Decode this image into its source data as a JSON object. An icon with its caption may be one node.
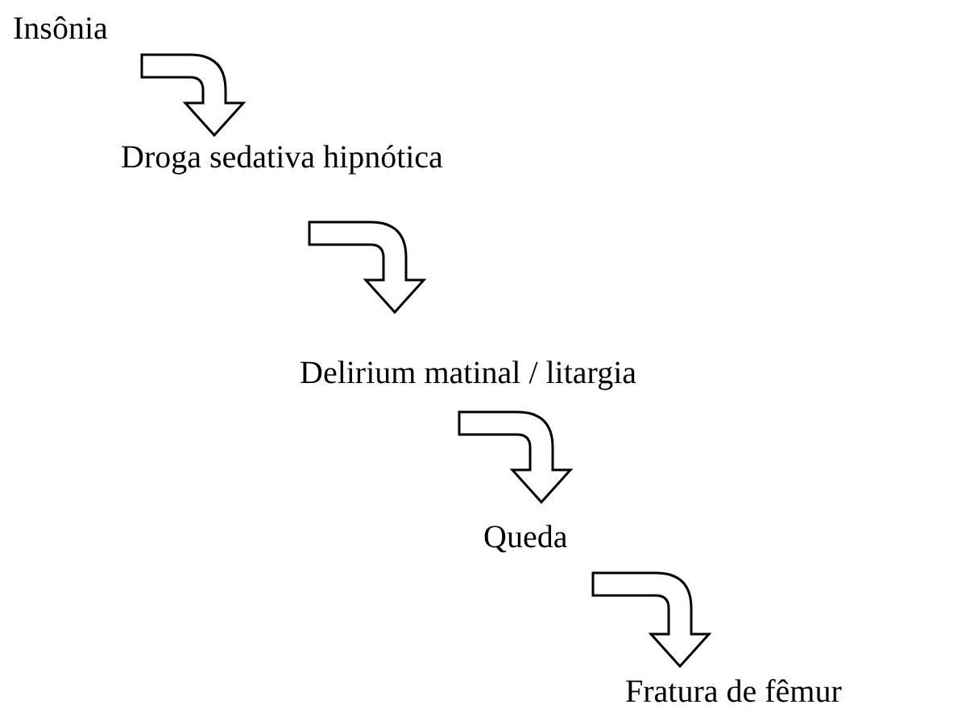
{
  "diagram": {
    "nodes": [
      {
        "text": [
          "Insônia"
        ]
      },
      {
        "text": [
          "Droga sedativa hipnótica"
        ]
      },
      {
        "text": [
          "Delirium matinal / litargia"
        ]
      },
      {
        "text": [
          "Queda"
        ]
      },
      {
        "text": [
          "Fratura de fêmur"
        ]
      }
    ],
    "edges": [
      {
        "from": 0,
        "to": 1,
        "arrow": "to"
      },
      {
        "from": 1,
        "to": 2,
        "arrow": "to"
      },
      {
        "from": 2,
        "to": 3,
        "arrow": "to"
      },
      {
        "from": 3,
        "to": 4,
        "arrow": "to"
      }
    ]
  }
}
